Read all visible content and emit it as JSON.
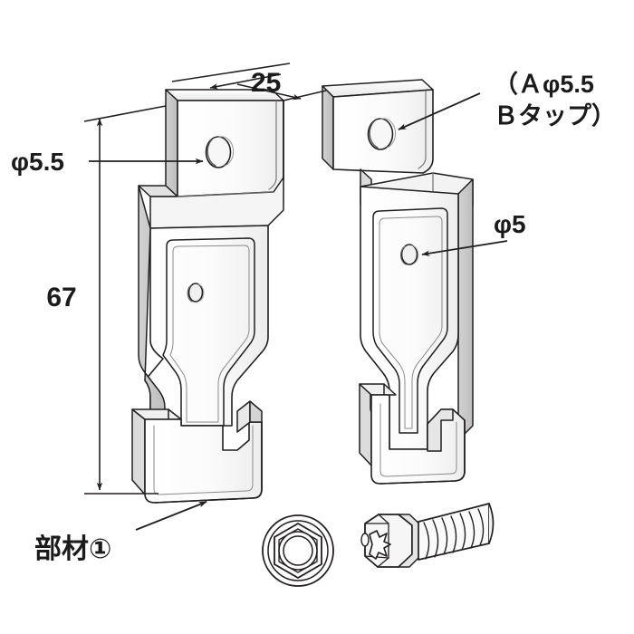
{
  "drawing": {
    "title": "bracket-assembly-technical-drawing",
    "background_color": "#ffffff",
    "line_color": "#231f20",
    "surface_light": "#fdfdfd",
    "surface_mid": "#f1f1f1",
    "surface_edge": "#d9d9d9",
    "surface_dark": "#c7c7c7"
  },
  "annotations": {
    "width_dim": "25",
    "height_dim": "67",
    "hole_top_left": "φ5.5",
    "hole_mid_right": "φ5",
    "note_line1": "（Ａφ5.5",
    "note_line2": "Ｂタップ）",
    "note_full": "（Ａφ5.5 Ｂタップ）",
    "part_label": "部材①"
  },
  "parts": [
    {
      "name": "bracket-front-view",
      "label": "部材①"
    },
    {
      "name": "bracket-rear-view",
      "label": ""
    },
    {
      "name": "hex-bolt-head-view",
      "label": ""
    },
    {
      "name": "hex-bolt-side-view",
      "label": ""
    }
  ]
}
